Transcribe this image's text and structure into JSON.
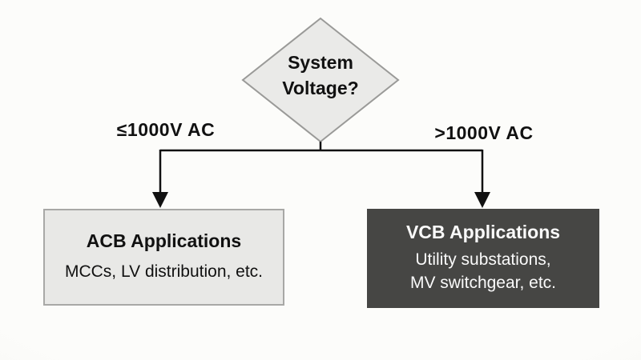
{
  "diagram": {
    "decision": {
      "label": "System Voltage?"
    },
    "branches": {
      "left": {
        "condition": "≤1000V AC"
      },
      "right": {
        "condition": ">1000V AC"
      }
    },
    "boxes": {
      "left": {
        "title": "ACB Applications",
        "subtitle": "MCCs, LV distribution, etc."
      },
      "right": {
        "title": "VCB Applications",
        "subtitle_line1": "Utility substations,",
        "subtitle_line2": "MV switchgear, etc."
      }
    },
    "colors": {
      "background": "#fcfcfa",
      "diamond_bg": "#eaeae8",
      "diamond_border": "#9a9a98",
      "box_left_bg": "#e8e8e6",
      "box_left_border": "#a8a8a6",
      "box_right_bg": "#464644",
      "box_right_text": "#fafafa",
      "text": "#111111",
      "line": "#111111"
    }
  }
}
